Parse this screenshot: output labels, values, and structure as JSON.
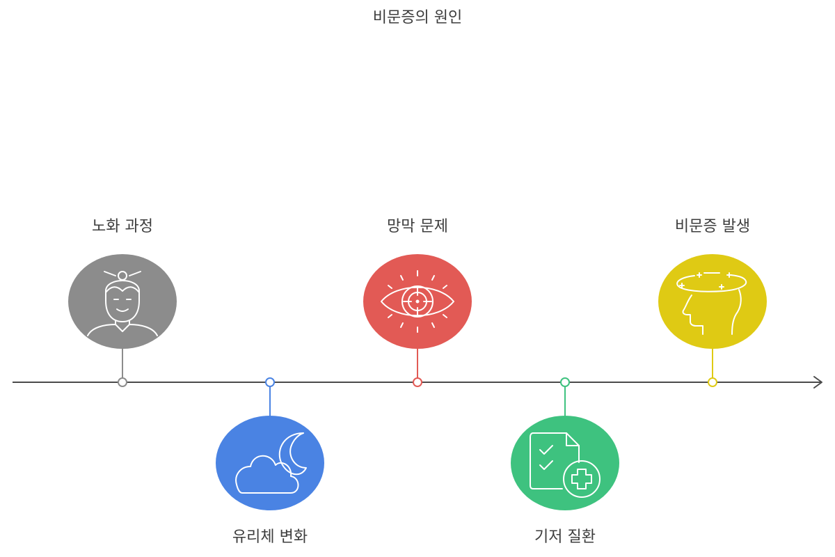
{
  "title": "비문증의 원인",
  "colors": {
    "axis": "#4a4a4a",
    "background": "#ffffff",
    "icon_stroke": "#ffffff"
  },
  "stages": [
    {
      "label": "노화 과정",
      "icon": "elderly-person-icon",
      "color": "#8c8c8c",
      "position": "above"
    },
    {
      "label": "유리체 변화",
      "icon": "moon-cloud-icon",
      "color": "#4a83e3",
      "position": "below"
    },
    {
      "label": "망막 문제",
      "icon": "eye-target-icon",
      "color": "#e25a55",
      "position": "above"
    },
    {
      "label": "기저 질환",
      "icon": "medical-checklist-icon",
      "color": "#3ec27f",
      "position": "below"
    },
    {
      "label": "비문증 발생",
      "icon": "dizzy-head-icon",
      "color": "#dfca14",
      "position": "above"
    }
  ]
}
